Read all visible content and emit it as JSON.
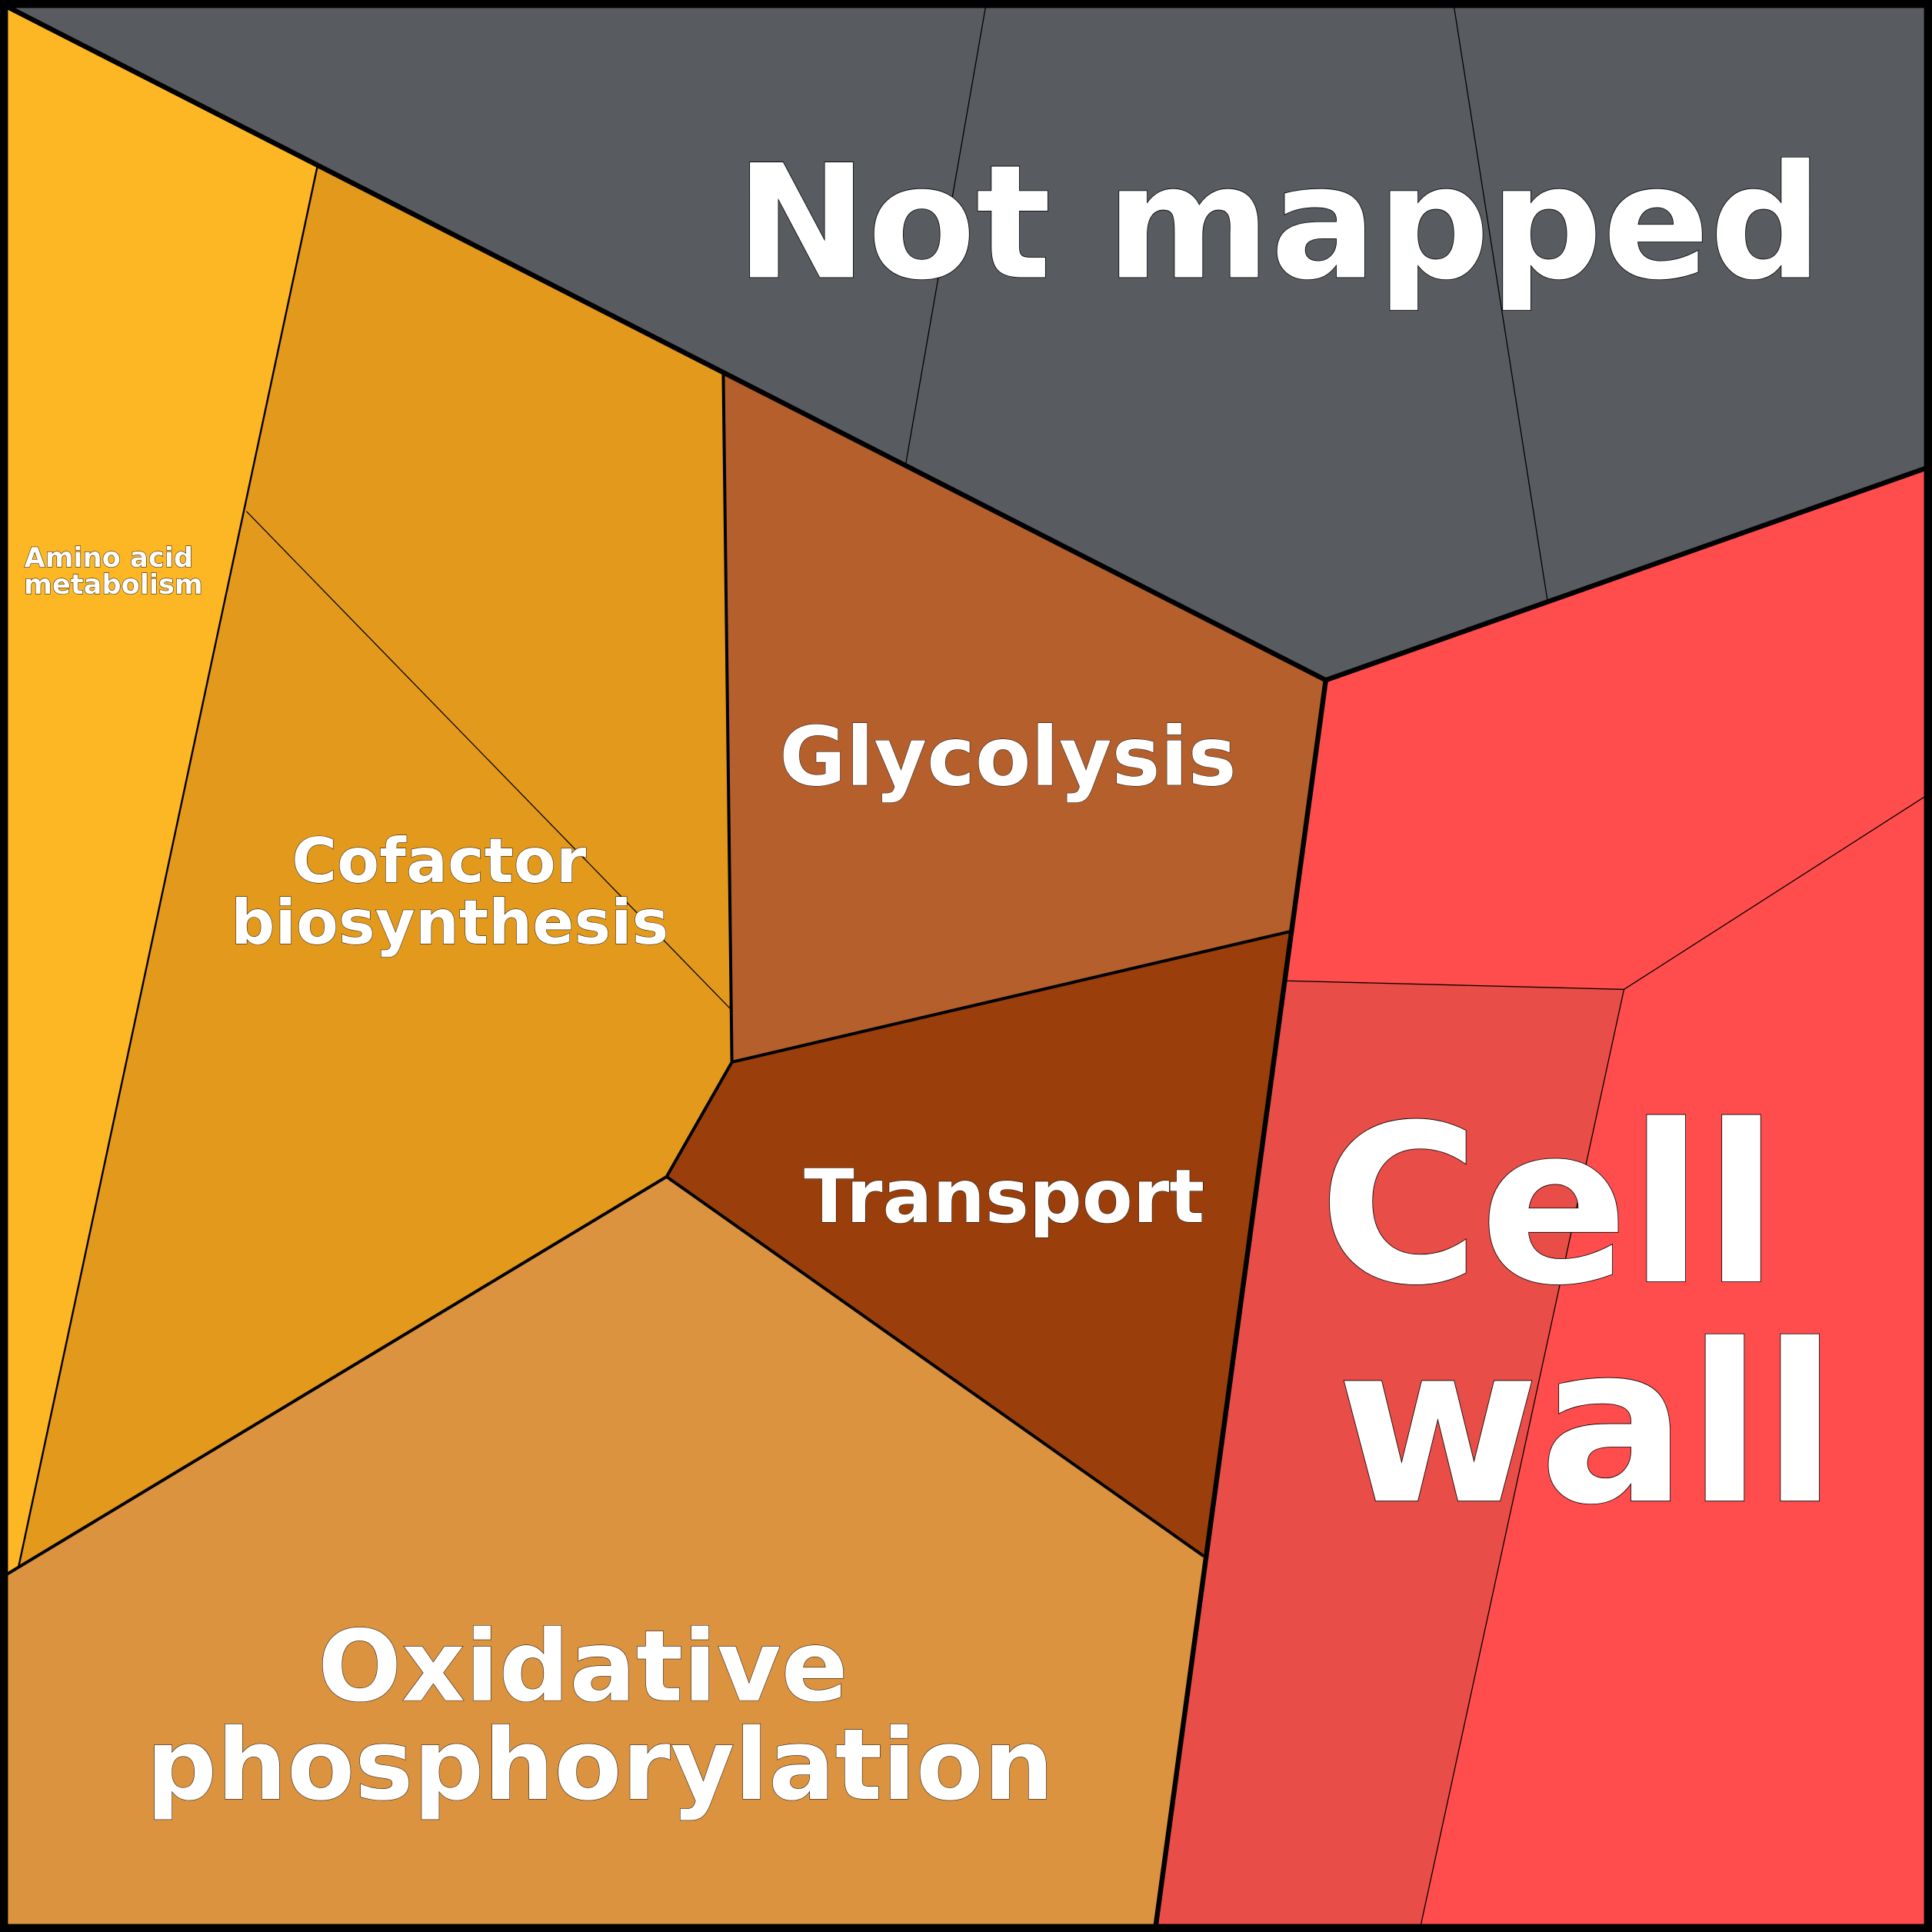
{
  "title": "Voronoi treemap of functional categories",
  "colors": {
    "not_mapped": "#585c61",
    "amino_acid": "#feb724",
    "cofactor": "#e39a1c",
    "glycolysis": "#b5602c",
    "transport": "#9a3f0b",
    "oxidative": "#db9340",
    "cell_wall": "#ff4d4d",
    "cell_wall_sub": "#e94d47"
  },
  "cells": {
    "not_mapped": "Not mapped",
    "amino_acid": [
      "Amino acid",
      "metabolism"
    ],
    "cofactor": [
      "Cofactor",
      "biosynthesis"
    ],
    "glycolysis": "Glycolysis",
    "transport": "Transport",
    "oxidative": [
      "Oxidative",
      "phosphorylation"
    ],
    "cell_wall": [
      "Cell",
      "wall"
    ]
  }
}
